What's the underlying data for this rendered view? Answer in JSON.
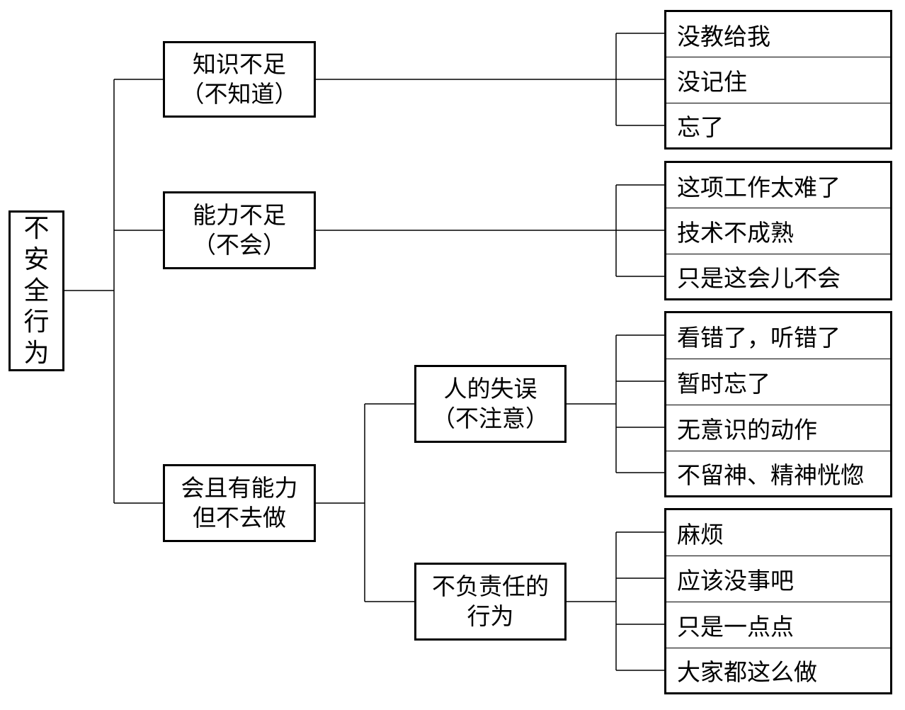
{
  "root": {
    "chars": [
      "不",
      "安",
      "全",
      "行",
      "为"
    ]
  },
  "categories": [
    {
      "lines": [
        "知识不足",
        "（不知道）"
      ],
      "leaves": [
        "没教给我",
        "没记住",
        "忘了"
      ]
    },
    {
      "lines": [
        "能力不足",
        "（不会）"
      ],
      "leaves": [
        "这项工作太难了",
        "技术不成熟",
        "只是这会儿不会"
      ]
    },
    {
      "lines": [
        "会且有能力",
        "但不去做"
      ],
      "subs": [
        {
          "lines": [
            "人的失误",
            "（不注意）"
          ],
          "leaves": [
            "看错了，听错了",
            "暂时忘了",
            "无意识的动作",
            "不留神、精神恍惚"
          ]
        },
        {
          "lines": [
            "不负责任的",
            "行为"
          ],
          "leaves": [
            "麻烦",
            "应该没事吧",
            "只是一点点",
            "大家都这么做"
          ]
        }
      ]
    }
  ]
}
